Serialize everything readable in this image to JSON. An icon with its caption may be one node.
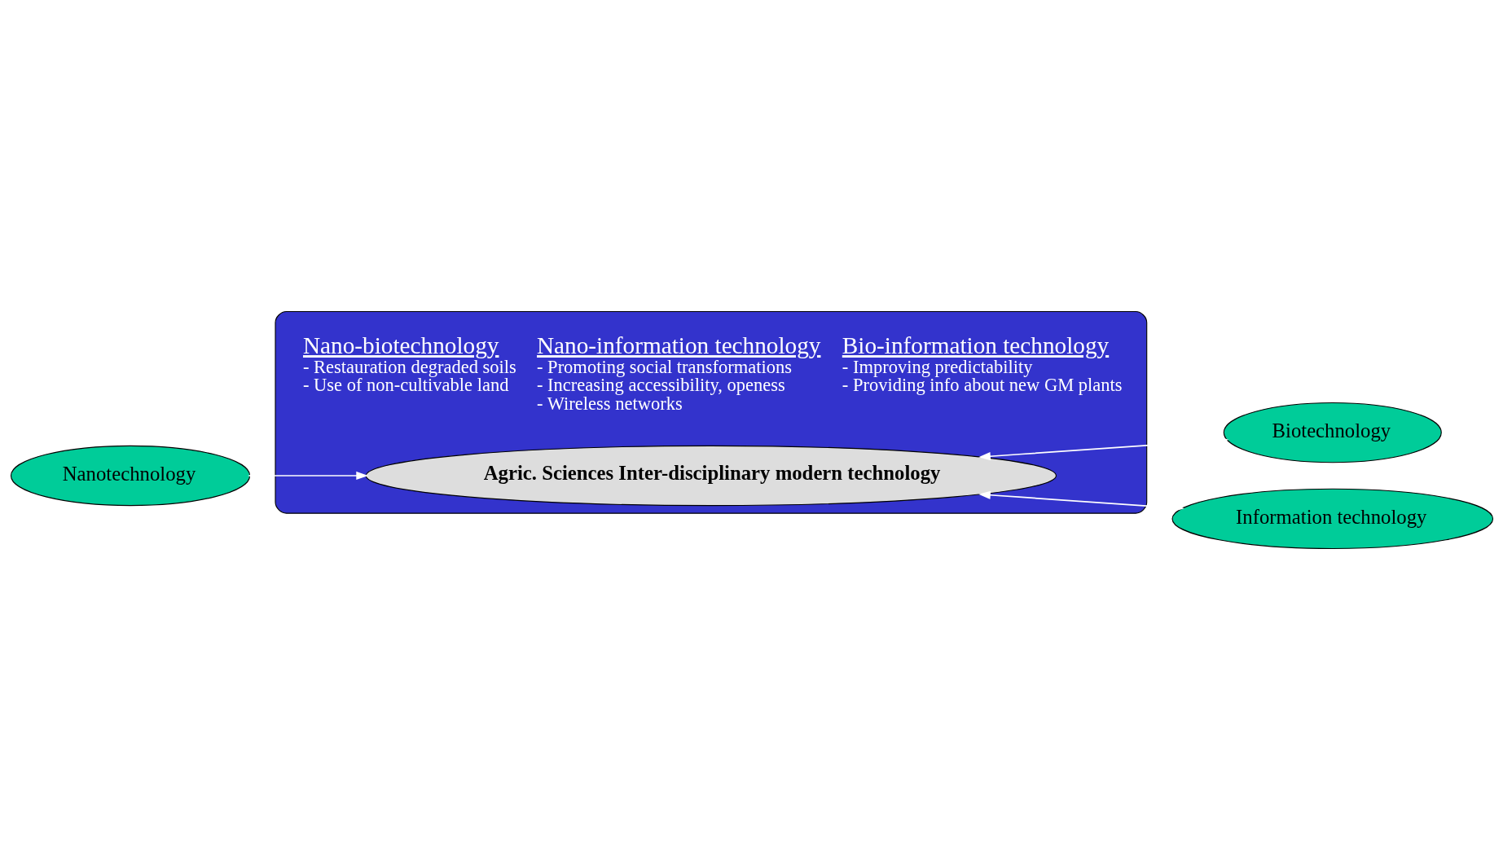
{
  "diagram": {
    "nodes": [
      {
        "text": [
          "Nano-biotechnology",
          "- Restauration degraded soils",
          "- Use of non-cultivable land",
          "Bio-information technology",
          "- Improving predictability",
          "- Providing info about new GM plants",
          "Nano-information technology",
          "- Promoting social transformations",
          "- Increasing accessibility, openess",
          "- Wireless networks"
        ]
      },
      {
        "text": [
          "Biotechnology"
        ]
      },
      {
        "text": [
          "Nanotechnology"
        ]
      },
      {
        "text": [
          "Agric. Sciences Inter-disciplinary modern technology"
        ],
        "in": 0
      },
      {
        "text": [
          "Information technology"
        ]
      }
    ],
    "edges": [
      {
        "from": 3,
        "to": 1,
        "arrow": "both"
      },
      {
        "from": 2,
        "to": 3,
        "arrow": "both"
      },
      {
        "from": 3,
        "to": 4,
        "arrow": "both"
      }
    ]
  }
}
